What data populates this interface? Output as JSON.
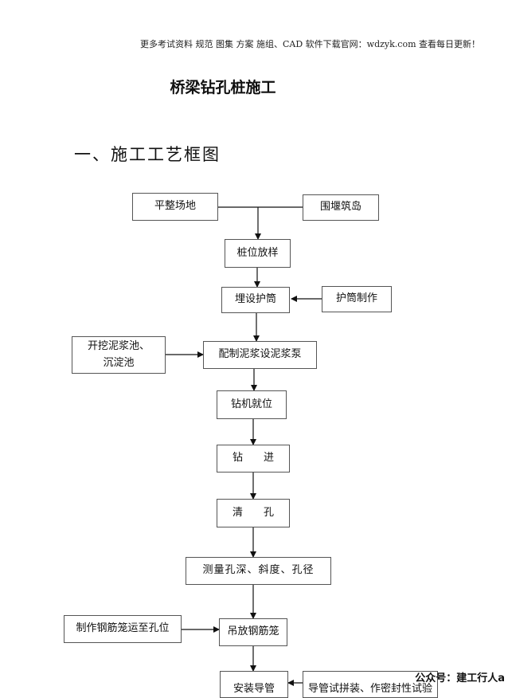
{
  "header_note": "更多考试资料 规范 图集 方案 施组、CAD 软件下载官网：wdzyk.com 查看每日更新！",
  "title": "桥梁钻孔桩施工",
  "section_heading": "一、施工工艺框图",
  "flow": {
    "level_site": "平整场地",
    "cofferdam_island": "围堰筑岛",
    "pile_layout": "桩位放样",
    "bury_casing": "埋设护筒",
    "make_casing": "护筒制作",
    "dig_pits": "开挖泥浆池、\n沉淀池",
    "mud_pump": "配制泥浆设泥浆泵",
    "rig_position": "钻机就位",
    "drilling": "钻　　进",
    "clean_hole": "清　　孔",
    "measure_hole": "测量孔深、斜度、孔径",
    "make_cage": "制作钢筋笼运至孔位",
    "hoist_cage": "吊放钢筋笼",
    "install_tremie": "安装导管",
    "tremie_test": "导管试拼装、作密封性试验"
  },
  "watermark": "公众号：建工行人a"
}
